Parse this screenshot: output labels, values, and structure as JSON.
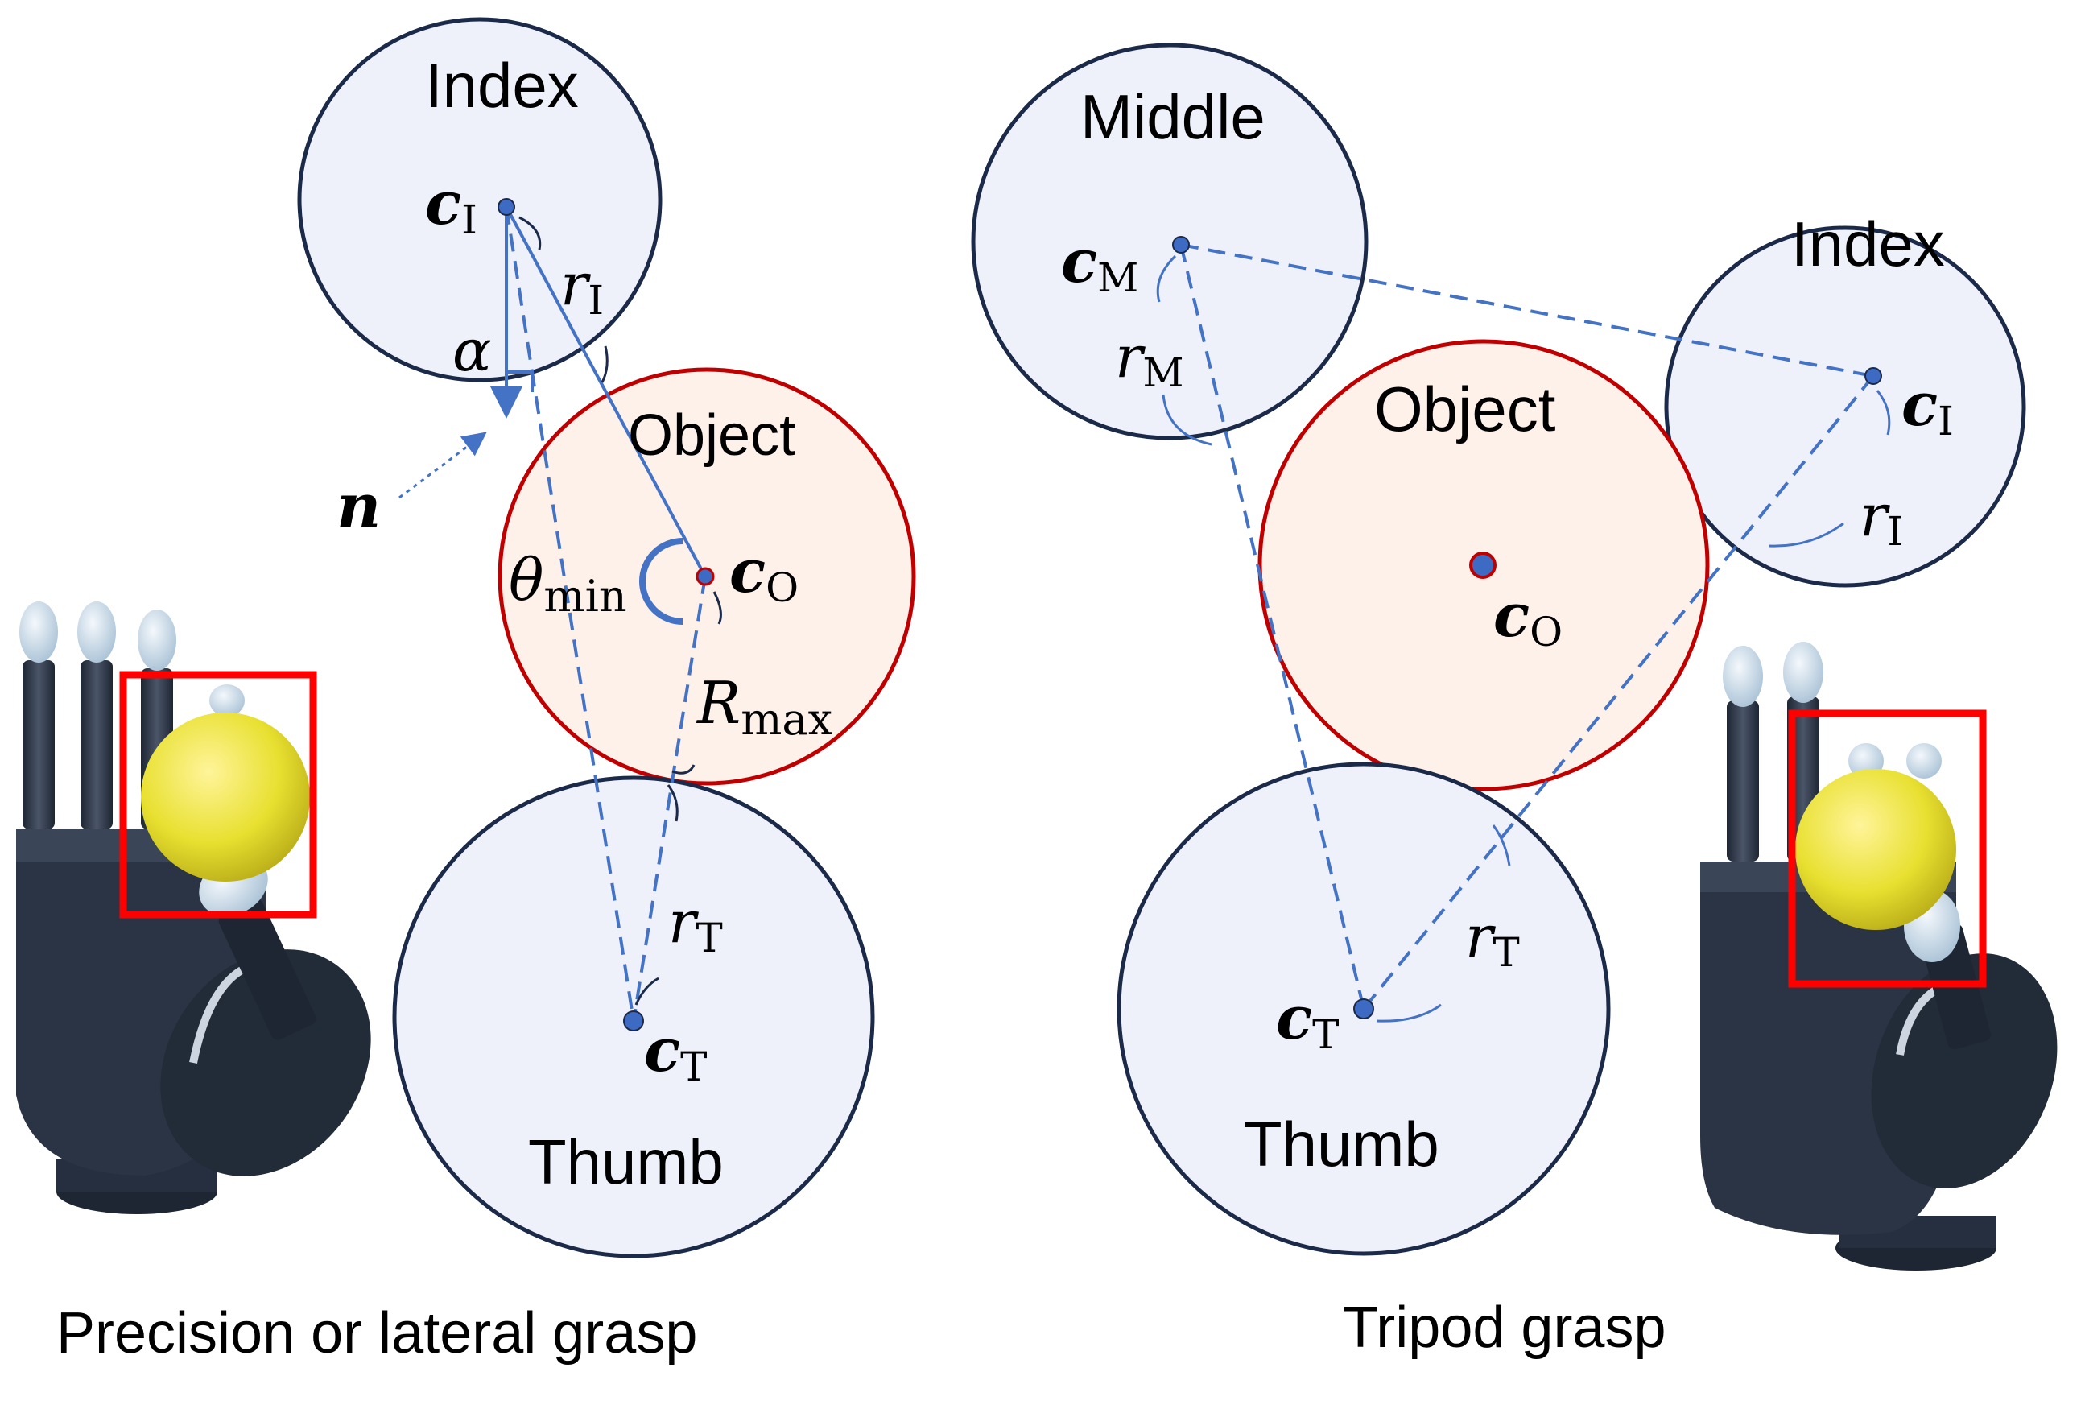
{
  "colors": {
    "finger_fill": "#eef1fa",
    "finger_stroke": "#1c2a4a",
    "object_fill": "#fdf1ea",
    "object_stroke": "#c00000",
    "line_blue": "#4472c4",
    "point_fill": "#3d6ac2",
    "box_red": "#ff0000",
    "hand_body": "#2b3444",
    "ball_yellow": "#e8e030"
  },
  "left_panel": {
    "caption": "Precision or lateral grasp",
    "index_label": "Index",
    "object_label": "Object",
    "thumb_label": "Thumb",
    "c_I": {
      "base": "c",
      "sub": "I"
    },
    "r_I": {
      "base": "r",
      "sub": "I"
    },
    "alpha": "α",
    "n": "n",
    "theta_min": {
      "base": "θ",
      "sub": "min"
    },
    "c_O": {
      "base": "c",
      "sub": "O"
    },
    "R_max": {
      "base": "R",
      "sub": "max"
    },
    "r_T": {
      "base": "r",
      "sub": "T"
    },
    "c_T": {
      "base": "c",
      "sub": "T"
    }
  },
  "right_panel": {
    "caption": "Tripod grasp",
    "middle_label": "Middle",
    "index_label": "Index",
    "object_label": "Object",
    "thumb_label": "Thumb",
    "c_M": {
      "base": "c",
      "sub": "M"
    },
    "r_M": {
      "base": "r",
      "sub": "M"
    },
    "c_I": {
      "base": "c",
      "sub": "I"
    },
    "r_I": {
      "base": "r",
      "sub": "I"
    },
    "c_O": {
      "base": "c",
      "sub": "O"
    },
    "r_T": {
      "base": "r",
      "sub": "T"
    },
    "c_T": {
      "base": "c",
      "sub": "T"
    }
  },
  "icons": {
    "left_photo": "robot-hand-photo",
    "right_photo": "robot-hand-photo"
  }
}
